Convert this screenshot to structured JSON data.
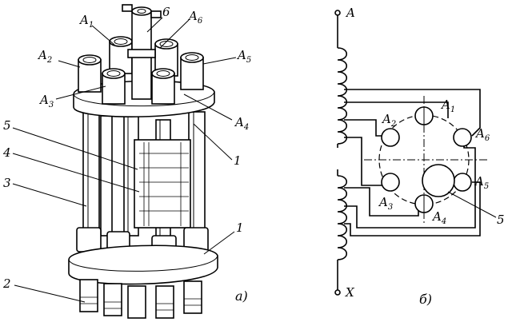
{
  "figure_a": {
    "caption": "а)",
    "labels": {
      "A1": {
        "main": "A",
        "sub": "1"
      },
      "A2": {
        "main": "A",
        "sub": "2"
      },
      "A3": {
        "main": "A",
        "sub": "3"
      },
      "A4": {
        "main": "A",
        "sub": "4"
      },
      "A5": {
        "main": "A",
        "sub": "5"
      },
      "A6": {
        "main": "A",
        "sub": "6"
      },
      "n1_top": "1",
      "n1_bottom": "1",
      "n2": "2",
      "n3": "3",
      "n4": "4",
      "n5": "5",
      "n6": "6"
    }
  },
  "figure_b": {
    "caption": "б)",
    "terminal_A": "A",
    "terminal_X": "X",
    "labels": {
      "A1": {
        "main": "A",
        "sub": "1"
      },
      "A2": {
        "main": "A",
        "sub": "2"
      },
      "A3": {
        "main": "A",
        "sub": "3"
      },
      "A4": {
        "main": "A",
        "sub": "4"
      },
      "A5": {
        "main": "A",
        "sub": "5"
      },
      "A6": {
        "main": "A",
        "sub": "6"
      },
      "n5": "5"
    }
  }
}
